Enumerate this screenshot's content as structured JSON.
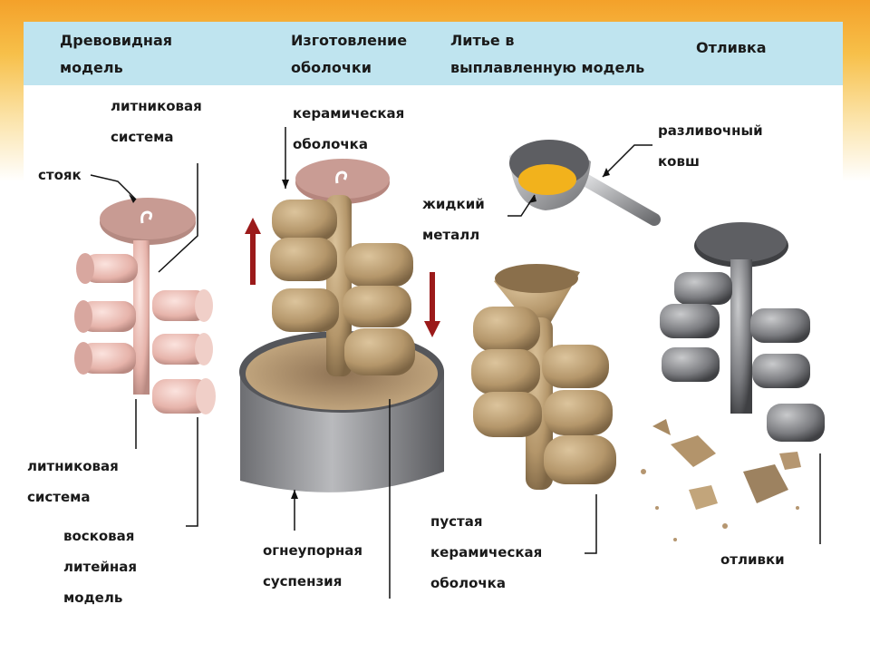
{
  "header": {
    "col1": "Древовидная\nмодель",
    "col2": "Изготовление\nоболочки",
    "col3": "Литье в\nвыплавленную модель",
    "col4": "Отливка"
  },
  "labels": {
    "gating_top": "литниковая\nсистема",
    "riser": "стояк",
    "gating_bottom": "литниковая\nсистема",
    "wax_model": "восковая\nлитейная\nмодель",
    "ceramic_shell": "керамическая\nоболочка",
    "slurry": "огнеупорная\nсуспензия",
    "liquid_metal": "жидкий\nметалл",
    "ladle": "разливочный\nковш",
    "empty_shell": "пустая\nкерамическая\nоболочка",
    "castings": "отливки"
  },
  "colors": {
    "header_band": "#bfe4ef",
    "wax": "#e9b9b1",
    "ceramic": "#b99a6e",
    "metal": "#6e6f73",
    "arrow": "#9b1a1a",
    "molten": "#f2b21c"
  }
}
